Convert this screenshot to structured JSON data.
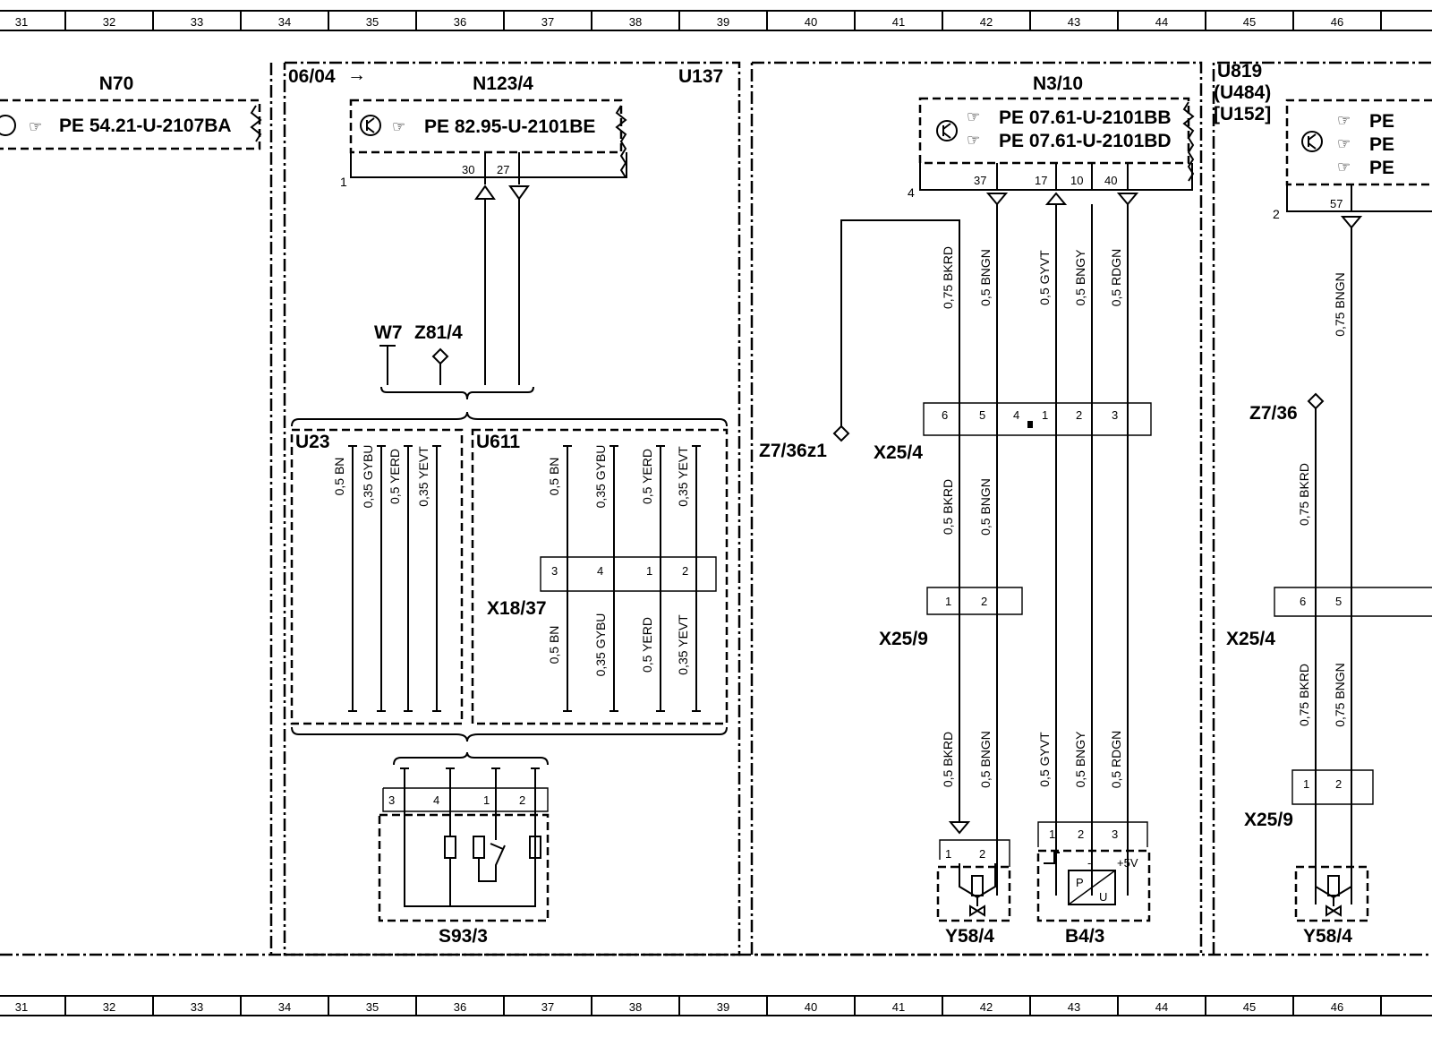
{
  "grid": {
    "columns": [
      "31",
      "32",
      "33",
      "34",
      "35",
      "36",
      "37",
      "38",
      "39",
      "40",
      "41",
      "42",
      "43",
      "44",
      "45",
      "46"
    ]
  },
  "sections": {
    "n70": {
      "name": "N70",
      "pe": "PE 54.21-U-2107BA"
    },
    "u137": {
      "date": "06/04",
      "code": "U137",
      "n123": {
        "name": "N123/4",
        "pe": "PE 82.95-U-2101BE",
        "ground_pin": "1",
        "pins": [
          "30",
          "27"
        ]
      },
      "w7": "W7",
      "z81": "Z81/4",
      "u23": {
        "code": "U23",
        "wires": [
          "0,5 BN",
          "0,35 GYBU",
          "0,5 YERD",
          "0,35 YEVT"
        ]
      },
      "u611": {
        "code": "U611",
        "wires_top": [
          "0,5 BN",
          "0,35 GYBU",
          "0,5 YERD",
          "0,35 YEVT"
        ],
        "wires_bottom": [
          "0,5 BN",
          "0,35 GYBU",
          "0,5 YERD",
          "0,35 YEVT"
        ],
        "connector": "X18/37",
        "connector_pins": [
          "3",
          "4",
          "1",
          "2"
        ]
      },
      "switch": {
        "name": "S93/3",
        "pins": [
          "3",
          "4",
          "1",
          "2"
        ]
      }
    },
    "n310": {
      "name": "N3/10",
      "pe_1": "PE 07.61-U-2101BB",
      "pe_2": "PE 07.61-U-2101BD",
      "ground_pin": "4",
      "pins": [
        "37",
        "17",
        "10",
        "40"
      ],
      "z7": "Z7/36z1",
      "top_wires": [
        "0,75 BKRD",
        "0,5 BNGN",
        "0,5 GYVT",
        "0,5 BNGY",
        "0,5 RDGN"
      ],
      "x25_4": "X25/4",
      "x25_4_pins": [
        "6",
        "5",
        "4",
        "1",
        "2",
        "3"
      ],
      "mid_wires": [
        "0,5 BKRD",
        "0,5 BNGN"
      ],
      "x25_9": "X25/9",
      "x25_9_pins": [
        "1",
        "2"
      ],
      "bottom_wires": [
        "0,5 BKRD",
        "0,5 BNGN",
        "0,5 GYVT",
        "0,5 BNGY",
        "0,5 RDGN"
      ],
      "valve": "Y58/4",
      "valve_pins": [
        "1",
        "2"
      ],
      "sensor": "B4/3",
      "sensor_pins": [
        "1",
        "2",
        "3"
      ],
      "sensor_minus": "-",
      "sensor_plus": "+5V",
      "sensor_p": "P",
      "sensor_u": "U"
    },
    "u819": {
      "codes": [
        "U819",
        "(U484)",
        "[U152]"
      ],
      "pe_1": "PE",
      "pe_2": "PE",
      "pe_3": "PE",
      "ground_pin": "2",
      "pin": "57",
      "top_wire": "0,75 BNGN",
      "z7": "Z7/36",
      "z7_wire": "0,75 BKRD",
      "x25_4": "X25/4",
      "x25_4_pins": [
        "6",
        "5"
      ],
      "mid_wires": [
        "0,75 BKRD",
        "0,75 BNGN"
      ],
      "x25_9": "X25/9",
      "x25_9_pins": [
        "1",
        "2"
      ],
      "valve": "Y58/4"
    }
  }
}
